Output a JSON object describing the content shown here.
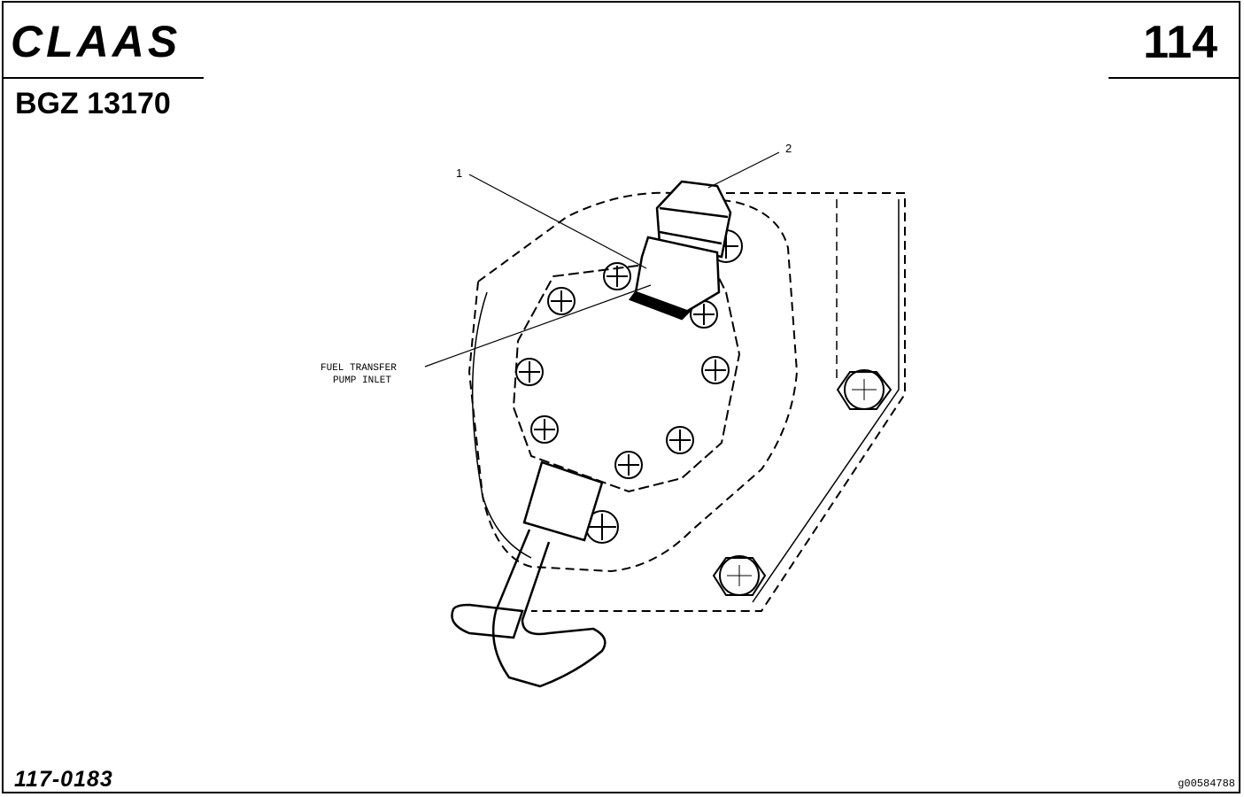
{
  "header": {
    "brand": "CLAAS",
    "page_number": "114",
    "document_code": "BGZ 13170"
  },
  "footer": {
    "part_code": "117-0183",
    "image_id": "g00584788"
  },
  "diagram": {
    "callouts": {
      "item_1": "1",
      "item_2": "2"
    },
    "label_line_1": "FUEL TRANSFER",
    "label_line_2": "PUMP INLET"
  }
}
